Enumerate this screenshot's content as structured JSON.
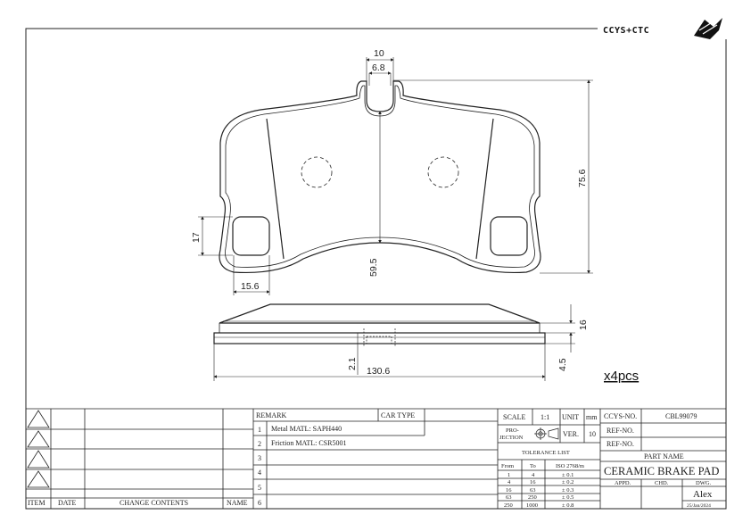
{
  "logo": {
    "text": "CCYS+CTC",
    "emblem": "wing-emblem-icon"
  },
  "dimensions": {
    "top_width": "10",
    "slot_width": "6.8",
    "pad_height": "75.6",
    "center_height": "59.5",
    "mount_height": "17",
    "mount_width": "15.6",
    "total_width": "130.6",
    "side_thickness": "16",
    "backplate_thickness": "4.5",
    "chamfer_depth": "2.1"
  },
  "quantity": "x4pcs",
  "revision_block": {
    "headers": [
      "ITEM",
      "DATE",
      "CHANGE CONTENTS",
      "NAME"
    ]
  },
  "remarks": {
    "header": "REMARK",
    "cartype_header": "CAR TYPE",
    "rows": [
      {
        "num": "1",
        "text": "Metal MATL: SAPH440"
      },
      {
        "num": "2",
        "text": "Friction MATL: CSR5001"
      },
      {
        "num": "3",
        "text": ""
      },
      {
        "num": "4",
        "text": ""
      },
      {
        "num": "5",
        "text": ""
      },
      {
        "num": "6",
        "text": ""
      }
    ]
  },
  "info": {
    "scale_label": "SCALE",
    "scale_value": "1:1",
    "unit_label": "UNIT",
    "unit_value": "mm",
    "projection_label_1": "PRO-",
    "projection_label_2": "JECTION",
    "ver_label": "VER.",
    "ver_value": "10",
    "tolerance_title": "TOLERANCE LIST",
    "tolerance_headers": [
      "From",
      "To",
      "ISO 2768/m"
    ],
    "tolerances": [
      [
        "1",
        "4",
        "± 0.1"
      ],
      [
        "4",
        "16",
        "± 0.2"
      ],
      [
        "16",
        "63",
        "± 0.3"
      ],
      [
        "63",
        "250",
        "± 0.5"
      ],
      [
        "250",
        "1000",
        "± 0.8"
      ]
    ]
  },
  "title_block": {
    "ccys_label": "CCYS-NO.",
    "ccys_value": "CBL99079",
    "ref_label": "REF-NO.",
    "ref_value": "",
    "part_name_label": "PART NAME",
    "part_name": "CERAMIC BRAKE PAD",
    "appd_label": "APPD.",
    "chd_label": "CHD.",
    "dwg_label": "DWG.",
    "drawer": "Alex",
    "date": "25/Jan/2024"
  }
}
